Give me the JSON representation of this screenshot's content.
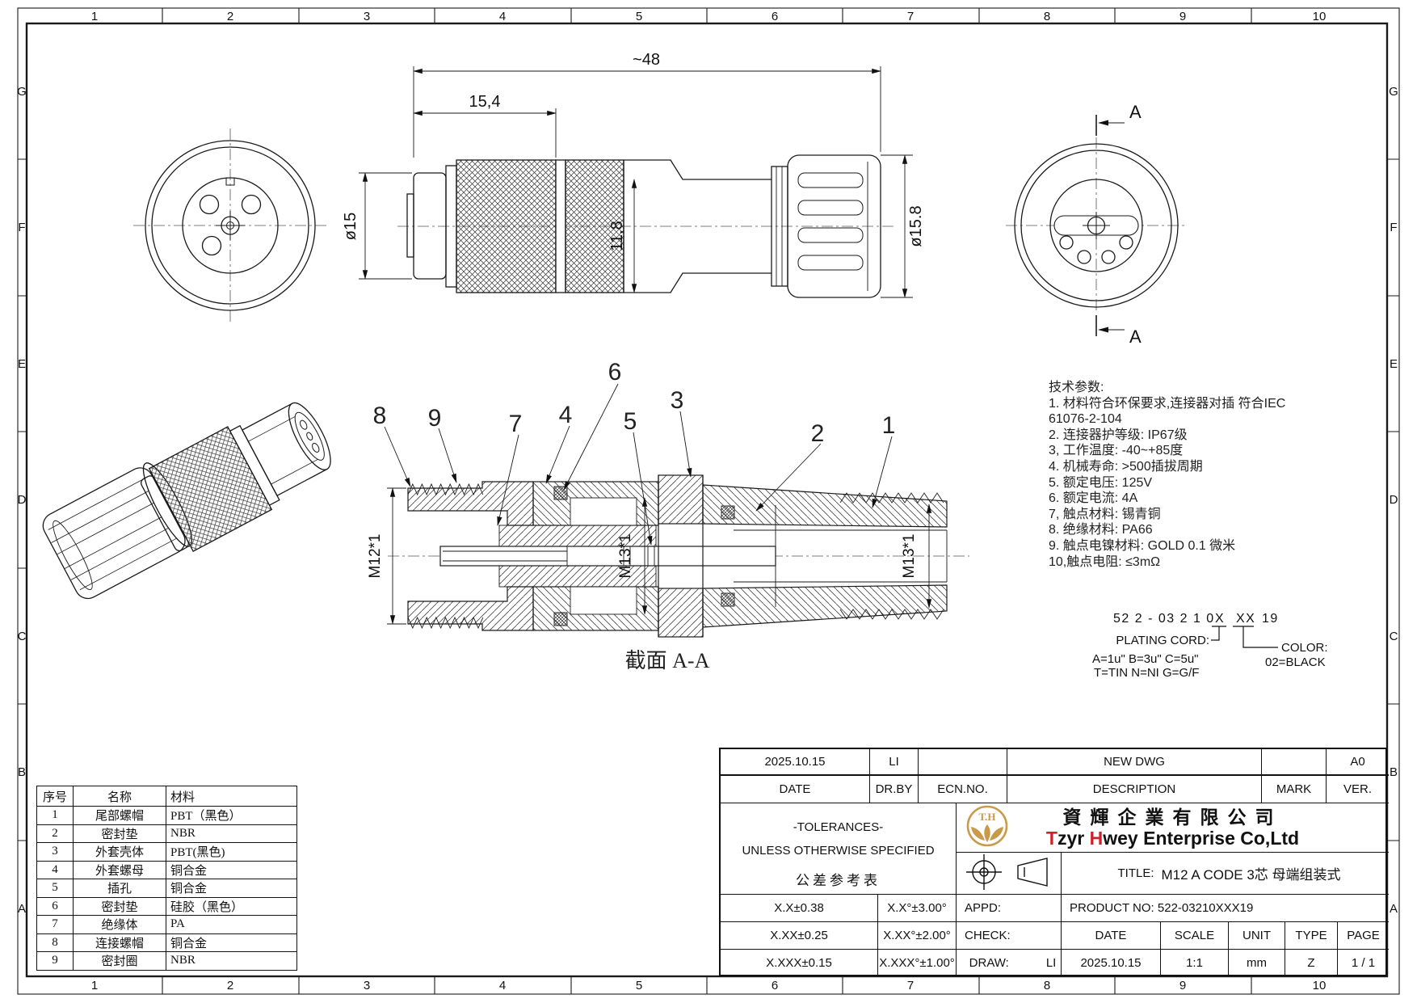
{
  "grid": {
    "cols": [
      "1",
      "2",
      "3",
      "4",
      "5",
      "6",
      "7",
      "8",
      "9",
      "10"
    ],
    "rows": [
      "G",
      "F",
      "E",
      "D",
      "C",
      "B",
      "A"
    ]
  },
  "dims": {
    "overall": "~48",
    "knurl_len": "15,4",
    "dia_left": "ø15",
    "mid_height": "11,8",
    "dia_right": "ø15.8",
    "thread_left": "M12*1",
    "thread_mid": "M13*1",
    "thread_right": "M13*1"
  },
  "section": {
    "label": "截面 A-A",
    "arrow_label": "A",
    "callouts": [
      "1",
      "2",
      "3",
      "4",
      "5",
      "6",
      "7",
      "8",
      "9"
    ]
  },
  "tech_specs": {
    "lines": [
      "技术参数:",
      "1. 材料符合环保要求,连接器对插 符合IEC",
      "61076-2-104",
      "2. 连接器护等级: IP67级",
      "3, 工作温度: -40~+85度",
      "4. 机械寿命: >500插拔周期",
      "5. 额定电压: 125V",
      "6. 额定电流: 4A",
      "7, 触点材料: 锡青铜",
      "8. 绝缘材料: PA66",
      "9. 触点电镍材料: GOLD 0.1 微米",
      "10,触点电阻: ≤3mΩ"
    ]
  },
  "part_code": {
    "prefix": "52  2  -  03  2  1  0",
    "x": "X",
    "xx": "XX",
    "suffix": "19",
    "plating_label": "PLATING CORD:",
    "plating_row1": "A=1u\"  B=3u\"  C=5u\"",
    "plating_row2": "T=TIN  N=NI  G=G/F",
    "color_label": "COLOR:",
    "color_value": "02=BLACK"
  },
  "bom": {
    "headers": [
      "序号",
      "名称",
      "材料"
    ],
    "rows": [
      {
        "no": "1",
        "name": "尾部螺帽",
        "material": "PBT（黑色）"
      },
      {
        "no": "2",
        "name": "密封垫",
        "material": "NBR"
      },
      {
        "no": "3",
        "name": "外套壳体",
        "material": "PBT(黑色)"
      },
      {
        "no": "4",
        "name": "外套螺母",
        "material": "铜合金"
      },
      {
        "no": "5",
        "name": "插孔",
        "material": "铜合金"
      },
      {
        "no": "6",
        "name": "密封垫",
        "material": "硅胶（黑色）"
      },
      {
        "no": "7",
        "name": "绝缘体",
        "material": "PA"
      },
      {
        "no": "8",
        "name": "连接螺帽",
        "material": "铜合金"
      },
      {
        "no": "9",
        "name": "密封圈",
        "material": "NBR"
      }
    ]
  },
  "title_block": {
    "rev_date": "2025.10.15",
    "rev_drby": "LI",
    "rev_ecn": "",
    "rev_desc": "NEW DWG",
    "rev_mark": "",
    "rev_ver": "A0",
    "h_date": "DATE",
    "h_drby": "DR.BY",
    "h_ecn": "ECN.NO.",
    "h_desc": "DESCRIPTION",
    "h_mark": "MARK",
    "h_ver": "VER.",
    "tol_title": "-TOLERANCES-",
    "tol_sub": "UNLESS OTHERWISE SPECIFIED",
    "tol_cn": "公差参考表",
    "tol_rows": [
      {
        "l": "X.X",
        "lv": "±0.38",
        "r": "X.X°",
        "rv": "±3.00°"
      },
      {
        "l": "X.XX",
        "lv": "±0.25",
        "r": "X.XX°",
        "rv": "±2.00°"
      },
      {
        "l": "X.XXX",
        "lv": "±0.15",
        "r": "X.XXX°",
        "rv": "±1.00°"
      }
    ],
    "appd": "APPD:",
    "check": "CHECK:",
    "draw": "DRAW:",
    "draw_by": "LI",
    "product_no": "PRODUCT NO: 522-03210XXX19",
    "title_label": "TITLE:",
    "title_value": "M12 A CODE 3芯 母端组装式",
    "logo_text": "T.H",
    "company_cn": "資輝企業有限公司",
    "company_en_1": "T",
    "company_en_2": "zyr ",
    "company_en_3": "H",
    "company_en_4": "wey Enterprise Co,Ltd",
    "info_h": [
      "DATE",
      "SCALE",
      "UNIT",
      "TYPE",
      "PAGE"
    ],
    "info_v": [
      "2025.10.15",
      "1:1",
      "mm",
      "Z",
      "1 / 1"
    ],
    "colors": {
      "accent_red": "#cc2229",
      "logo_gold": "#c89a4a",
      "line": "#1a1a1a"
    }
  }
}
